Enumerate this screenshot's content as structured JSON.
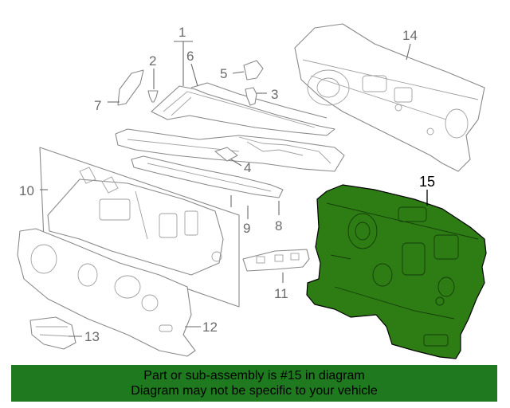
{
  "highlight_color": "#2e7d14",
  "banner_color": "#1f7a1f",
  "highlighted_part": "15",
  "callouts": {
    "c1": "1",
    "c2": "2",
    "c3": "3",
    "c4": "4",
    "c5": "5",
    "c6": "6",
    "c7": "7",
    "c8": "8",
    "c9": "9",
    "c10": "10",
    "c11": "11",
    "c12": "12",
    "c13": "13",
    "c14": "14",
    "c15": "15"
  },
  "banner": {
    "line1": "Part or sub-assembly is #15 in diagram",
    "line2": "Diagram may not be specific to your vehicle"
  }
}
